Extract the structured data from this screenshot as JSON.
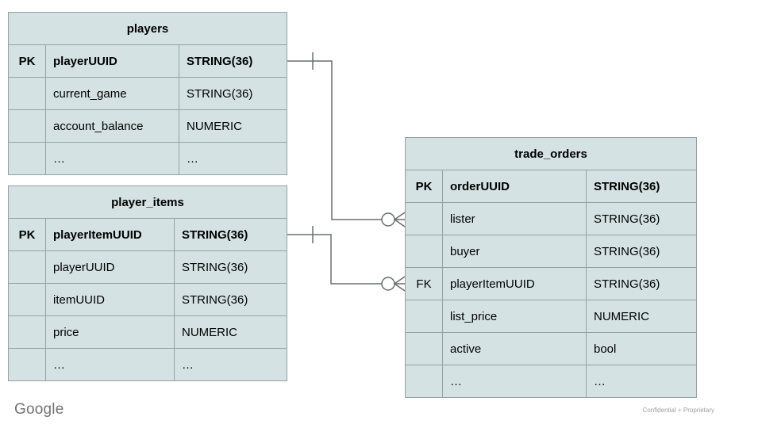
{
  "branding": {
    "logo": "Google",
    "footnote": "Confidential + Proprietary"
  },
  "colors": {
    "table_fill": "#d5e2e3",
    "table_border": "#95a1a1",
    "connector_line": "#67706d",
    "logo_gray": "#737373",
    "footnote_gray": "#9e9e9e",
    "background": "#ffffff"
  },
  "diagram": {
    "tables": {
      "players": {
        "title": "players",
        "rows": [
          {
            "key": "PK",
            "name": "playerUUID",
            "type": "STRING(36)",
            "bold": true
          },
          {
            "key": "",
            "name": "current_game",
            "type": "STRING(36)",
            "bold": false
          },
          {
            "key": "",
            "name": "account_balance",
            "type": "NUMERIC",
            "bold": false
          },
          {
            "key": "",
            "name": "…",
            "type": "…",
            "bold": false
          }
        ]
      },
      "player_items": {
        "title": "player_items",
        "rows": [
          {
            "key": "PK",
            "name": "playerItemUUID",
            "type": "STRING(36)",
            "bold": true
          },
          {
            "key": "",
            "name": "playerUUID",
            "type": "STRING(36)",
            "bold": false
          },
          {
            "key": "",
            "name": "itemUUID",
            "type": "STRING(36)",
            "bold": false
          },
          {
            "key": "",
            "name": "price",
            "type": "NUMERIC",
            "bold": false
          },
          {
            "key": "",
            "name": "…",
            "type": "…",
            "bold": false
          }
        ]
      },
      "trade_orders": {
        "title": "trade_orders",
        "rows": [
          {
            "key": "PK",
            "name": "orderUUID",
            "type": "STRING(36)",
            "bold": true
          },
          {
            "key": "",
            "name": "lister",
            "type": "STRING(36)",
            "bold": false
          },
          {
            "key": "",
            "name": "buyer",
            "type": "STRING(36)",
            "bold": false
          },
          {
            "key": "FK",
            "name": "playerItemUUID",
            "type": "STRING(36)",
            "bold": false
          },
          {
            "key": "",
            "name": "list_price",
            "type": "NUMERIC",
            "bold": false
          },
          {
            "key": "",
            "name": "active",
            "type": "bool",
            "bold": false
          },
          {
            "key": "",
            "name": "…",
            "type": "…",
            "bold": false
          }
        ]
      }
    },
    "relationships": [
      {
        "from_table": "players",
        "from_field": "playerUUID",
        "to_table": "trade_orders",
        "to_field": "lister",
        "from_cardinality": "one",
        "to_cardinality": "zero-or-many"
      },
      {
        "from_table": "player_items",
        "from_field": "playerItemUUID",
        "to_table": "trade_orders",
        "to_field": "playerItemUUID",
        "from_cardinality": "one",
        "to_cardinality": "zero-or-many"
      }
    ]
  }
}
